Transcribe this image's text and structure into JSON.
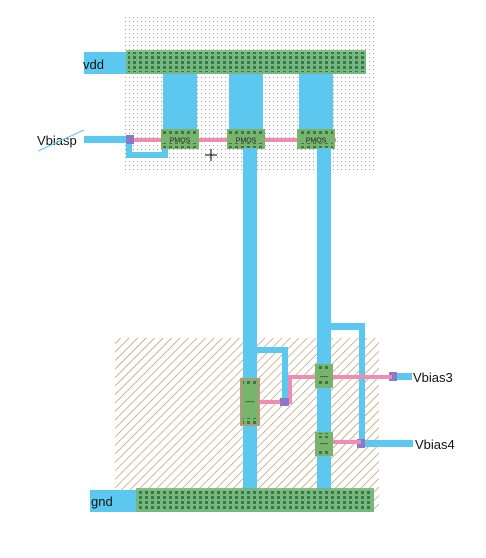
{
  "colors": {
    "metal1": "#5cc8f0",
    "poly": "#f08cb4",
    "active": "#78b46e",
    "contact": "#3a7a3e",
    "nwell_dot": "#9a9a9a",
    "pwell_hatch": "#b08a50",
    "via": "#8a78c8"
  },
  "nets": {
    "vdd": "vdd",
    "vbiasp": "Vbiasp",
    "vbias3": "Vbias3",
    "vbias4": "Vbias4",
    "gnd": "gnd"
  },
  "devices": {
    "pmos_a": "PMOS",
    "pmos_b": "PMOS",
    "pmos_c": "PMOS",
    "nmos_a": "—",
    "nmos_b": "—",
    "nmos_c": "—"
  },
  "icons": {
    "cursor": "crosshair-icon"
  }
}
